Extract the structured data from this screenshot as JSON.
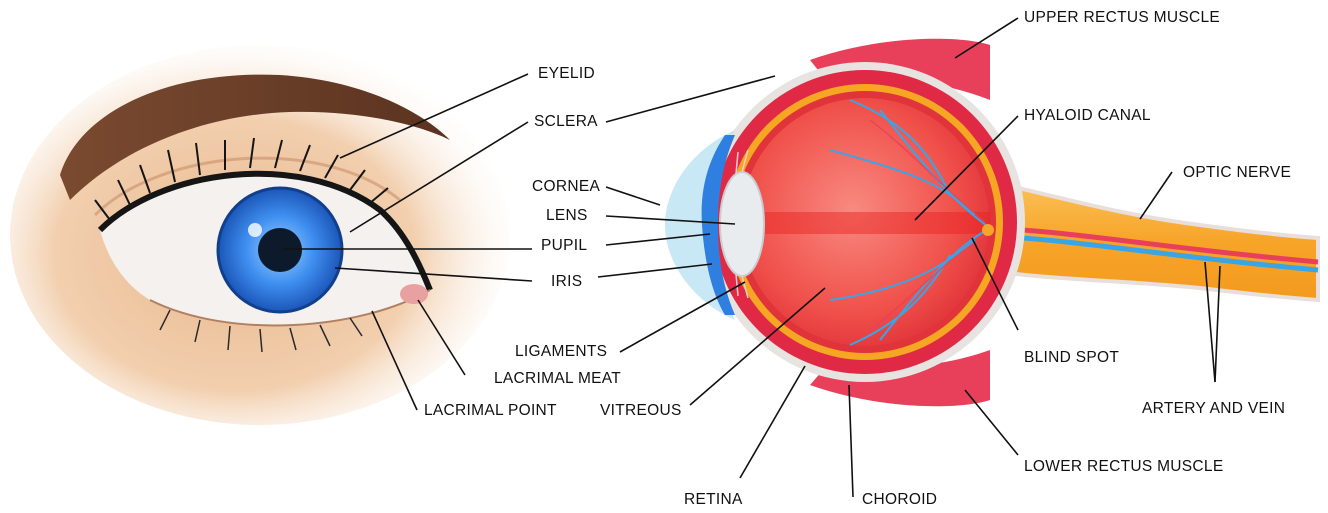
{
  "labels": {
    "eyelid": "EYELID",
    "sclera": "SCLERA",
    "cornea": "CORNEA",
    "lens": "LENS",
    "pupil": "PUPIL",
    "iris": "IRIS",
    "ligaments": "LIGAMENTS",
    "lacrimal_meat": "LACRIMAL MEAT",
    "lacrimal_point": "LACRIMAL POINT",
    "vitreous": "VITREOUS",
    "retina": "RETINA",
    "choroid": "CHOROID",
    "upper_rectus_muscle": "UPPER RECTUS MUSCLE",
    "hyaloid_canal": "HYALOID CANAL",
    "optic_nerve": "OPTIC NERVE",
    "blind_spot": "BLIND SPOT",
    "artery_and_vein": "ARTERY AND VEIN",
    "lower_rectus_muscle": "LOWER RECTUS MUSCLE"
  },
  "colors": {
    "label_text": "#111111",
    "leader_line": "#111111",
    "iris": "#2f7fe0",
    "sclera_wall": "#e02a45",
    "choroid_layer": "#f5a623",
    "vitreous": "#f0504a",
    "optic_nerve": "#f7a52a",
    "cornea": "#bfe4f5",
    "vessels": "#3aa5e6"
  }
}
